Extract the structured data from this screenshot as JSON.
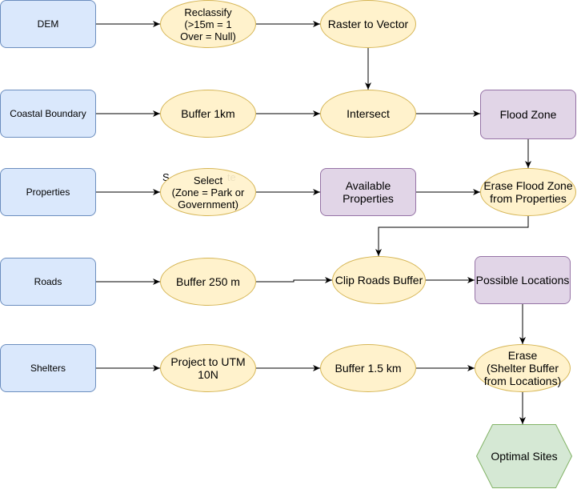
{
  "inputs": {
    "dem": "DEM",
    "coastal": "Coastal Boundary",
    "properties": "Properties",
    "roads": "Roads",
    "shelters": "Shelters"
  },
  "tools": {
    "reclassify": "Reclassify\n(>15m = 1\nOver = Null)",
    "raster_to_vector": "Raster to Vector",
    "buffer_1km": "Buffer 1km",
    "intersect": "Intersect",
    "select": "Select\n(Zone = Park or\nGovernment)",
    "select_hidden": "S                    te",
    "erase_flood": "Erase Flood Zone\nfrom Properties",
    "buffer_250": "Buffer 250 m",
    "clip_roads": "Clip Roads Buffer",
    "project_utm": "Project to UTM\n10N",
    "buffer_15": "Buffer 1.5 km",
    "erase_shelter": "Erase\n(Shelter Buffer\nfrom Locations)"
  },
  "outputs": {
    "flood_zone": "Flood Zone",
    "available": "Available\nProperties",
    "possible": "Possible Locations"
  },
  "final": {
    "optimal": "Optimal Sites"
  },
  "colors": {
    "input_fill": "#dae8fc",
    "input_stroke": "#6c8ebf",
    "tool_fill": "#fff2cc",
    "tool_stroke": "#d6b656",
    "output_fill": "#e1d5e7",
    "output_stroke": "#9673a6",
    "final_fill": "#d5e8d4",
    "final_stroke": "#82b366"
  }
}
